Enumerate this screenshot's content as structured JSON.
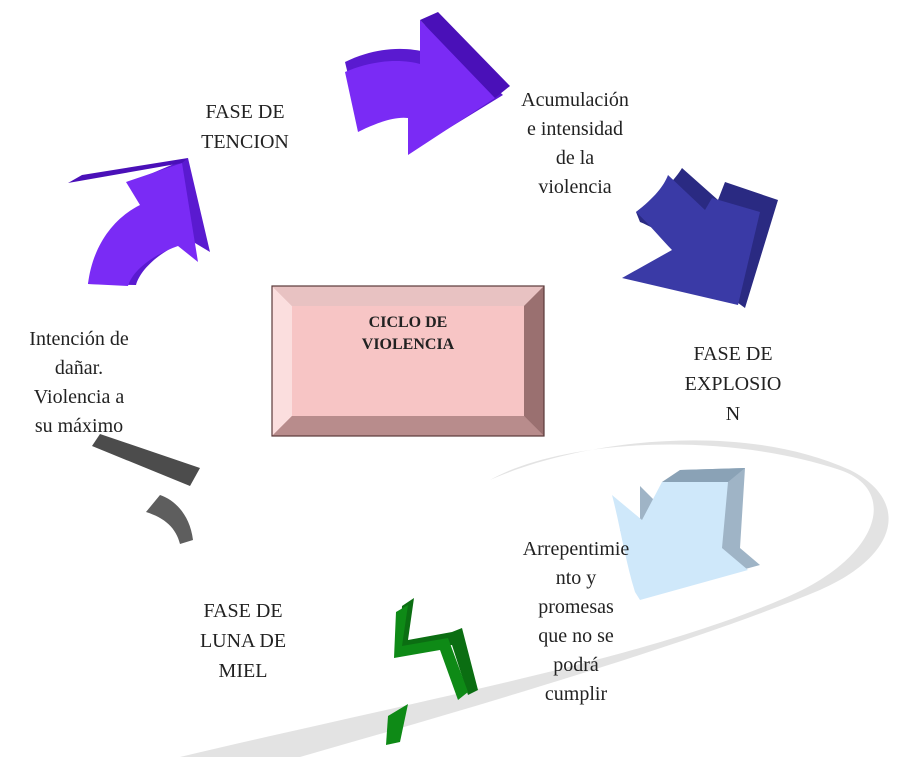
{
  "center": {
    "title": "CICLO DE\nVIOLENCIA"
  },
  "phases": {
    "tension": "FASE DE\nTENCION",
    "explosion": "FASE DE\nEXPLOSIO\nN",
    "luna_de_miel": "FASE DE\nLUNA DE\nMIEL"
  },
  "descriptions": {
    "acumulacion": "Acumulación\ne intensidad\nde la\nviolencia",
    "arrepentimiento": "Arrepentimie\nnto y\npromesas\nque no se\npodrá\ncumplir",
    "intencion": "Intención de\ndañar.\nViolencia a\nsu máximo"
  },
  "colors": {
    "arrow_purple": "#7a2bf5",
    "arrow_navy": "#3a3aa6",
    "arrow_lightblue": "#cfe8fa",
    "arrow_green": "#0e8a16",
    "arrow_gray": "#606060",
    "box_fill": "#f7c5c5",
    "box_bevel": "#a07a7a"
  }
}
